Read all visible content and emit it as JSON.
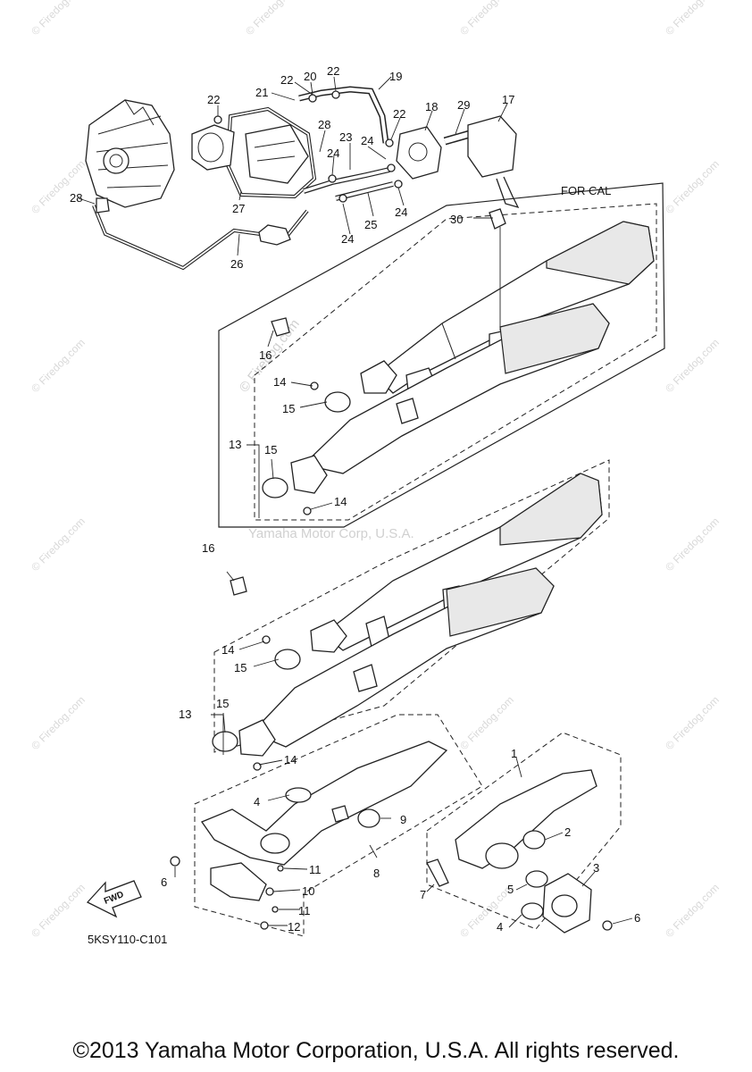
{
  "diagram": {
    "code": "5KSY110-C101",
    "region_label": "FOR CAL",
    "fwd_label": "FWD",
    "copyright": "©2013 Yamaha Motor Corporation, U.S.A. All rights reserved.",
    "watermark_site": "© Firedog.com",
    "watermark_center": "© Firedog.com",
    "watermark_corp": "Yamaha Motor Corp, U.S.A."
  },
  "callouts": [
    "1",
    "2",
    "3",
    "4",
    "4",
    "5",
    "6",
    "6",
    "7",
    "8",
    "9",
    "10",
    "11",
    "11",
    "12",
    "13",
    "13",
    "14",
    "14",
    "14",
    "14",
    "15",
    "15",
    "15",
    "15",
    "16",
    "16",
    "17",
    "18",
    "19",
    "20",
    "21",
    "22",
    "22",
    "22",
    "22",
    "23",
    "24",
    "24",
    "24",
    "24",
    "25",
    "26",
    "27",
    "28",
    "28",
    "29",
    "30"
  ]
}
